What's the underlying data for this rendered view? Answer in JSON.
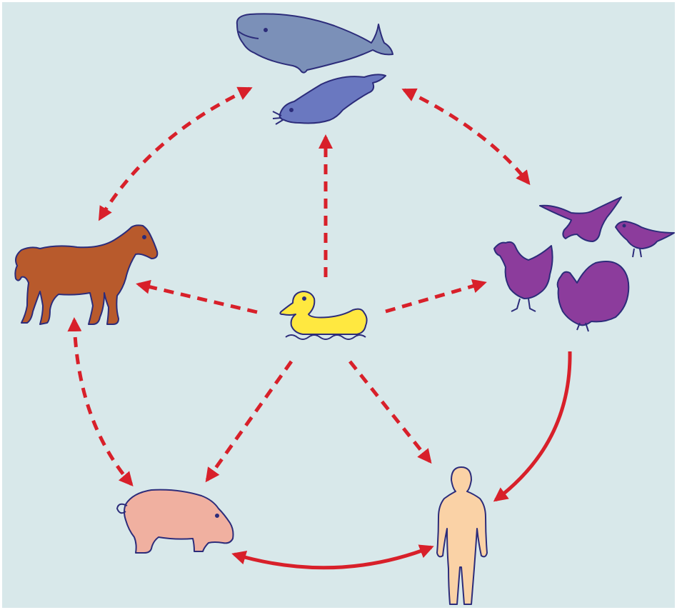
{
  "colors": {
    "background": "#d8e8ea",
    "border": "#ffffff",
    "arrow": "#d8202a",
    "outline": "#2c2c7a",
    "whale": "#7b90b8",
    "seal": "#6a78c0",
    "horse": "#b85a2c",
    "duck": "#ffe840",
    "birds": "#8c3c9c",
    "pig": "#f0b0a0",
    "human": "#fad2a6"
  },
  "nodes": [
    {
      "id": "sea-mammals",
      "icons": [
        "whale-icon",
        "seal-icon"
      ]
    },
    {
      "id": "horse",
      "icons": [
        "horse-icon"
      ]
    },
    {
      "id": "wild-waterfowl",
      "icons": [
        "duck-icon"
      ]
    },
    {
      "id": "birds",
      "icons": [
        "bird-flying-icon",
        "small-bird-icon",
        "chicken-icon",
        "turkey-icon"
      ]
    },
    {
      "id": "pig",
      "icons": [
        "pig-icon"
      ]
    },
    {
      "id": "human",
      "icons": [
        "human-icon"
      ]
    }
  ],
  "edges": [
    {
      "from": "wild-waterfowl",
      "to": "sea-mammals",
      "style": "dashed",
      "direction": "one-way"
    },
    {
      "from": "wild-waterfowl",
      "to": "horse",
      "style": "dashed",
      "direction": "one-way"
    },
    {
      "from": "wild-waterfowl",
      "to": "birds",
      "style": "dashed",
      "direction": "one-way"
    },
    {
      "from": "wild-waterfowl",
      "to": "pig",
      "style": "dashed",
      "direction": "one-way"
    },
    {
      "from": "wild-waterfowl",
      "to": "human",
      "style": "dashed",
      "direction": "one-way"
    },
    {
      "from": "sea-mammals",
      "to": "horse",
      "style": "dashed",
      "direction": "two-way"
    },
    {
      "from": "sea-mammals",
      "to": "birds",
      "style": "dashed",
      "direction": "two-way"
    },
    {
      "from": "horse",
      "to": "pig",
      "style": "dashed",
      "direction": "two-way"
    },
    {
      "from": "birds",
      "to": "human",
      "style": "solid",
      "direction": "one-way"
    },
    {
      "from": "pig",
      "to": "human",
      "style": "solid",
      "direction": "two-way"
    }
  ]
}
